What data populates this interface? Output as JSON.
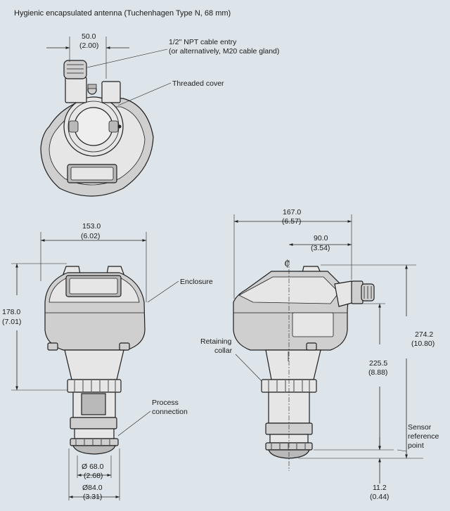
{
  "title": "Hygienic encapsulated antenna (Tuchenhagen Type N, 68 mm)",
  "top_view": {
    "dim_width": {
      "mm": "50.0",
      "in": "(2.00)"
    },
    "cable_entry": {
      "line1": "1/2\" NPT cable entry",
      "line2": "(or alternatively, M20 cable gland)"
    },
    "threaded_cover": "Threaded cover"
  },
  "front_view": {
    "dim_width": {
      "mm": "153.0",
      "in": "(6.02)"
    },
    "dim_height": {
      "mm": "178.0",
      "in": "(7.01)"
    },
    "enclosure": "Enclosure",
    "process_connection": {
      "line1": "Process",
      "line2": "connection"
    },
    "dim_d68": {
      "mm": "Ø 68.0",
      "in": "(2.68)"
    },
    "dim_d84": {
      "mm": "Ø84.0",
      "in": "(3.31)"
    }
  },
  "side_view": {
    "dim_total_width": {
      "mm": "167.0",
      "in": "(6.57)"
    },
    "dim_to_gland": {
      "mm": "90.0",
      "in": "(3.54)"
    },
    "centerline_symbol": "₵",
    "retaining_collar": {
      "line1": "Retaining",
      "line2": "collar"
    },
    "dim_total_height": {
      "mm": "274.2",
      "in": "(10.80)"
    },
    "dim_to_reference": {
      "mm": "225.5",
      "in": "(8.88)"
    },
    "sensor_reference": {
      "line1": "Sensor",
      "line2": "reference",
      "line3": "point"
    },
    "dim_antenna": {
      "mm": "11.2",
      "in": "(0.44)"
    }
  }
}
